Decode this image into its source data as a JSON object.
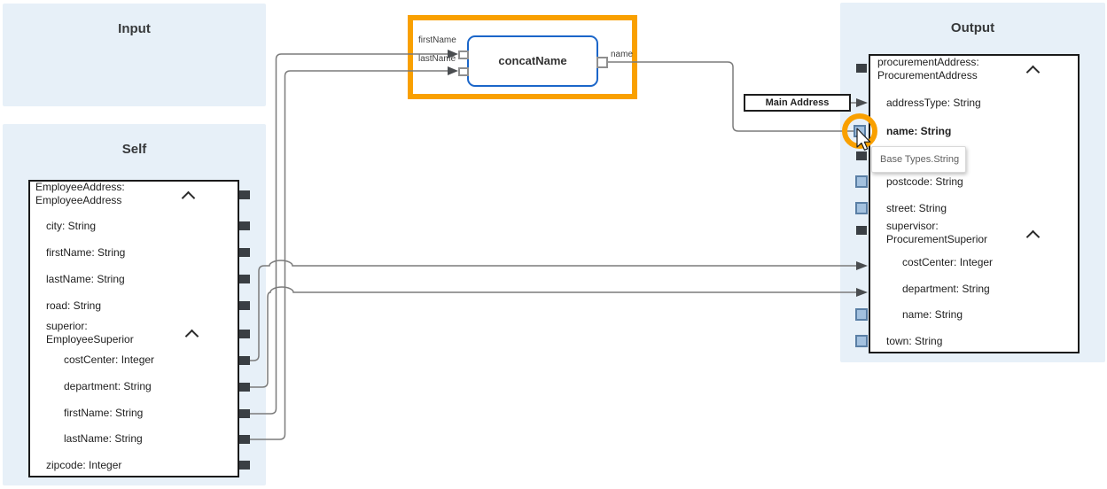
{
  "panels": {
    "input": {
      "title": "Input"
    },
    "self": {
      "title": "Self"
    },
    "output": {
      "title": "Output"
    }
  },
  "self_tree": {
    "rows": [
      {
        "label": "EmployeeAddress:\nEmployeeAddress",
        "indent": 0,
        "chevron": "chevron-up-icon",
        "port": "dark"
      },
      {
        "label": "city: String",
        "indent": 1,
        "port": "dark"
      },
      {
        "label": "firstName: String",
        "indent": 1,
        "port": "dark"
      },
      {
        "label": "lastName: String",
        "indent": 1,
        "port": "dark"
      },
      {
        "label": "road: String",
        "indent": 1,
        "port": "dark"
      },
      {
        "label": "superior:\nEmployeeSuperior",
        "indent": 1,
        "chevron": "chevron-up-icon",
        "port": "dark"
      },
      {
        "label": "costCenter: Integer",
        "indent": 2,
        "port": "dark",
        "mapped_to": "Output supervisor.costCenter"
      },
      {
        "label": "department: String",
        "indent": 2,
        "port": "dark",
        "mapped_to": "Output supervisor.department"
      },
      {
        "label": "firstName: String",
        "indent": 2,
        "port": "dark",
        "mapped_to": "concatName.firstName"
      },
      {
        "label": "lastName: String",
        "indent": 2,
        "port": "dark",
        "mapped_to": "concatName.lastName"
      },
      {
        "label": "zipcode: Integer",
        "indent": 1,
        "port": "dark"
      }
    ]
  },
  "output_tree": {
    "rows": [
      {
        "label": "procurementAddress:\nProcurementAddress",
        "indent": 0,
        "chevron": "chevron-up-icon",
        "port": "dark"
      },
      {
        "label": "addressType: String",
        "indent": 1,
        "port": "arrow-in",
        "mapped_from": "Main Address"
      },
      {
        "label": "name: String",
        "indent": 1,
        "port": "blue",
        "bold": true,
        "hovered": true
      },
      {
        "label": "postcode: String",
        "indent": 1,
        "port": "blue"
      },
      {
        "label": "street: String",
        "indent": 1,
        "port": "blue"
      },
      {
        "label": "supervisor:\nProcurementSuperior",
        "indent": 1,
        "chevron": "chevron-up-icon",
        "port": "dark"
      },
      {
        "label": "costCenter: Integer",
        "indent": 2,
        "port": "arrow-in"
      },
      {
        "label": "department: String",
        "indent": 2,
        "port": "arrow-in"
      },
      {
        "label": "name: String",
        "indent": 2,
        "port": "blue"
      },
      {
        "label": "town: String",
        "indent": 1,
        "port": "blue"
      }
    ]
  },
  "function_node": {
    "name": "concatName",
    "inputs": [
      "firstName",
      "lastName"
    ],
    "output_label": "name"
  },
  "constant_node": {
    "label": "Main Address"
  },
  "tooltip": {
    "text": "Base Types.String"
  },
  "colors": {
    "highlight_orange": "#f9a000",
    "function_border_blue": "#1b66c9",
    "panel_blue": "#e7f0f8",
    "port_dark": "#3a3f44",
    "port_mapped_fill": "#a3c1df",
    "port_mapped_border": "#5a7fa5",
    "connection_gray": "#7b7b7b"
  }
}
